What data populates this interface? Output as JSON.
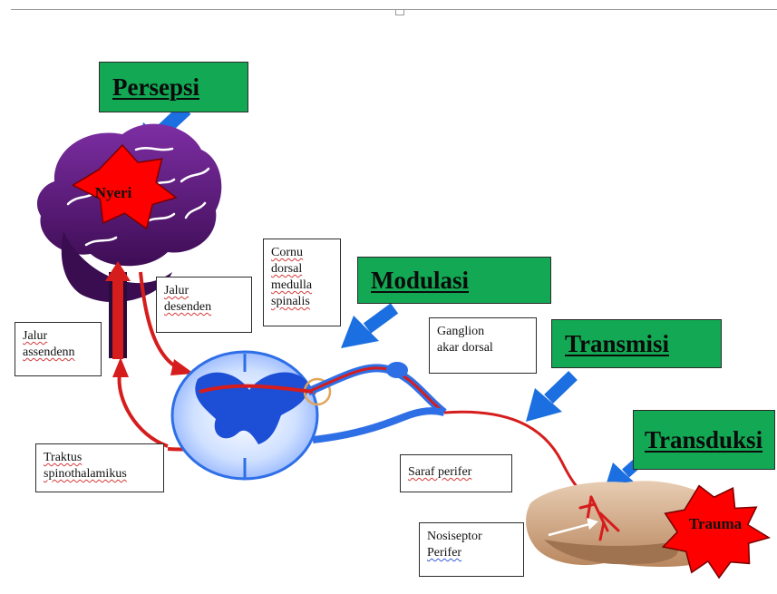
{
  "stages": {
    "persepsi": "Persepsi",
    "modulasi": "Modulasi",
    "transmisi": "Transmisi",
    "transduksi": "Transduksi"
  },
  "stars": {
    "nyeri": "Nyeri",
    "trauma": "Trauma"
  },
  "labels": {
    "jalur_desenden": [
      "Jalur",
      "desenden"
    ],
    "cornu": [
      "Cornu",
      "dorsal",
      "medulla",
      "spinalis"
    ],
    "jalur_assenden": [
      "Jalur",
      "assendenn"
    ],
    "ganglion": [
      "Ganglion",
      "akar dorsal"
    ],
    "traktus": [
      "Traktus",
      "spinothalamikus"
    ],
    "saraf": "Saraf perifer",
    "nosiseptor": [
      "Nosiseptor",
      "Perifer"
    ]
  },
  "colors": {
    "stage_box": "#13a853",
    "arrow": "#1c6fe0",
    "nerve": "#d61d1d",
    "star": "#ff0000",
    "brain": "#5a1a78",
    "spinal_cord": "#2f6fe6",
    "tissue": "#c9a07d"
  }
}
